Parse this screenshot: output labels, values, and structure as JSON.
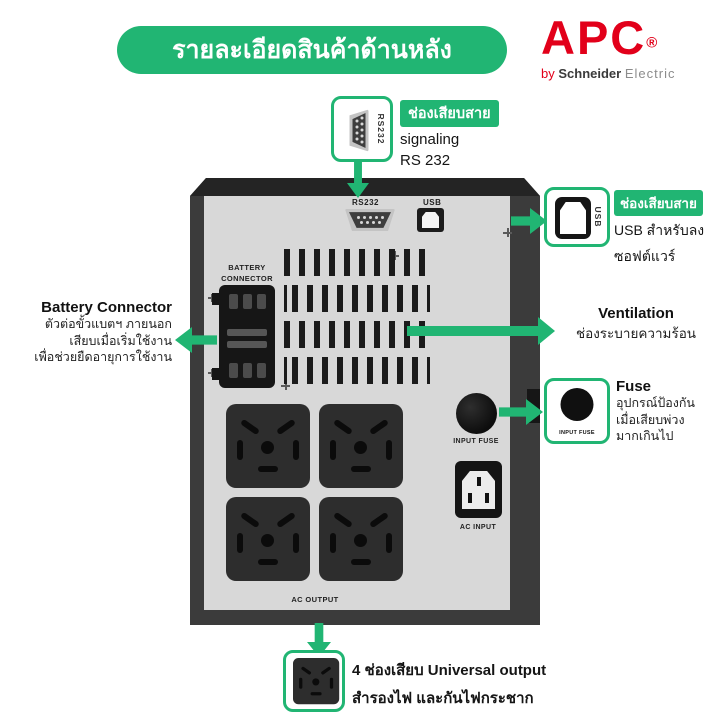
{
  "colors": {
    "green": "#21B573",
    "red": "#E2001A"
  },
  "banner": {
    "title": "รายละเอียดสินค้าด้านหลัง"
  },
  "logo": {
    "apc": "APC",
    "reg": "®",
    "by": "by",
    "brand": "Schneider",
    "suffix": "Electric"
  },
  "ups": {
    "labels": {
      "rs232": "RS232",
      "usb": "USB",
      "battery_l1": "BATTERY",
      "battery_l2": "CONNECTOR",
      "input_fuse": "INPUT FUSE",
      "ac_input": "AC INPUT",
      "ac_output": "AC OUTPUT"
    }
  },
  "callouts": {
    "rs232": {
      "highlight": "ช่องเสียบสาย",
      "line2": "signaling",
      "line3": "RS 232",
      "icon_label": "RS232"
    },
    "usb": {
      "highlight": "ช่องเสียบสาย",
      "line2": "USB สำหรับลง",
      "line3": "ซอฟต์แวร์",
      "icon_label": "USB"
    },
    "battery": {
      "title": "Battery Connector",
      "line1": "ตัวต่อขั้วแบตฯ ภายนอก",
      "line2": "เสียบเมื่อเริ่มใช้งาน",
      "line3": "เพื่อช่วยยืดอายุการใช้งาน"
    },
    "ventilation": {
      "title": "Ventilation",
      "line1": "ช่องระบายความร้อน"
    },
    "fuse": {
      "title": "Fuse",
      "line1": "อุปกรณ์ป้องกัน",
      "line2": "เมื่อเสียบพ่วง",
      "line3": "มากเกินไป",
      "icon_label": "INPUT FUSE"
    },
    "output": {
      "line1": "4 ช่องเสียบ Universal output",
      "line2": "สำรองไฟ และกันไฟกระชาก"
    }
  }
}
